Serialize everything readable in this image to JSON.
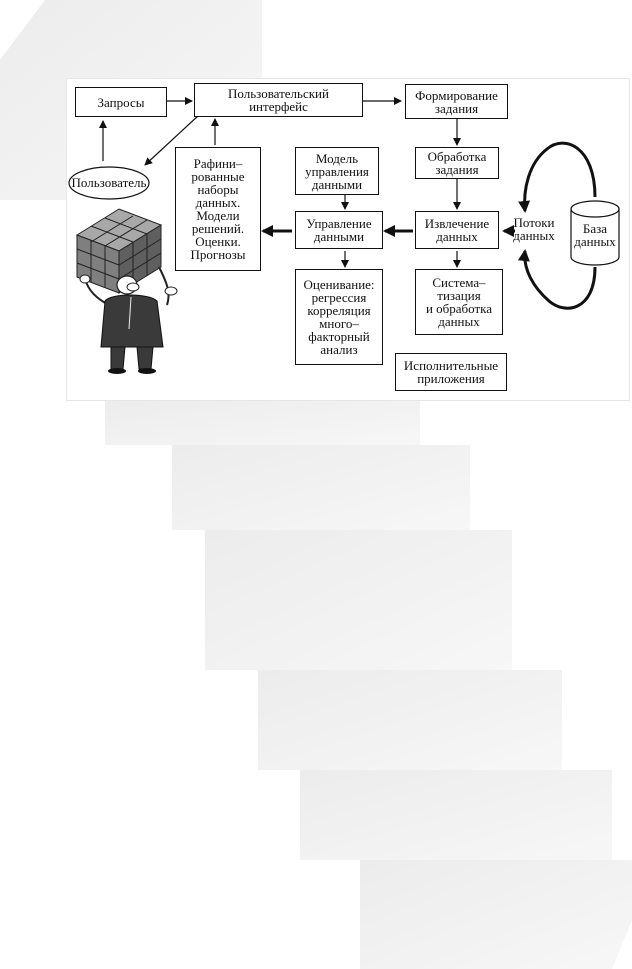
{
  "diagram": {
    "nodes": {
      "zaprosy": "Запросы",
      "interface": "Пользовательский\nинтерфейс",
      "formirovanie": "Формирование\nзадания",
      "polzovatel": "Пользователь",
      "rafinirovannye": "Рафини–\nрованные\nнаборы\nданных.\nМодели\nрешений.\nОценки.\nПрогнозы",
      "model_upravleniya": "Модель\nуправления\nданными",
      "obrabotka": "Обработка\nзадания",
      "upravlenie": "Управление\nданными",
      "izvlechenie": "Извлечение\nданных",
      "potoki": "Потоки\nданных",
      "baza": "База\nданных",
      "otsenivanie": "Оценивание:\nрегрессия\nкорреляция\nмного–\nфакторный\nанализ",
      "sistematizatsiya": "Система–\nтизация\nи обработка\nданных",
      "ispolnitelnye": "Исполнительные\nприложения"
    }
  }
}
